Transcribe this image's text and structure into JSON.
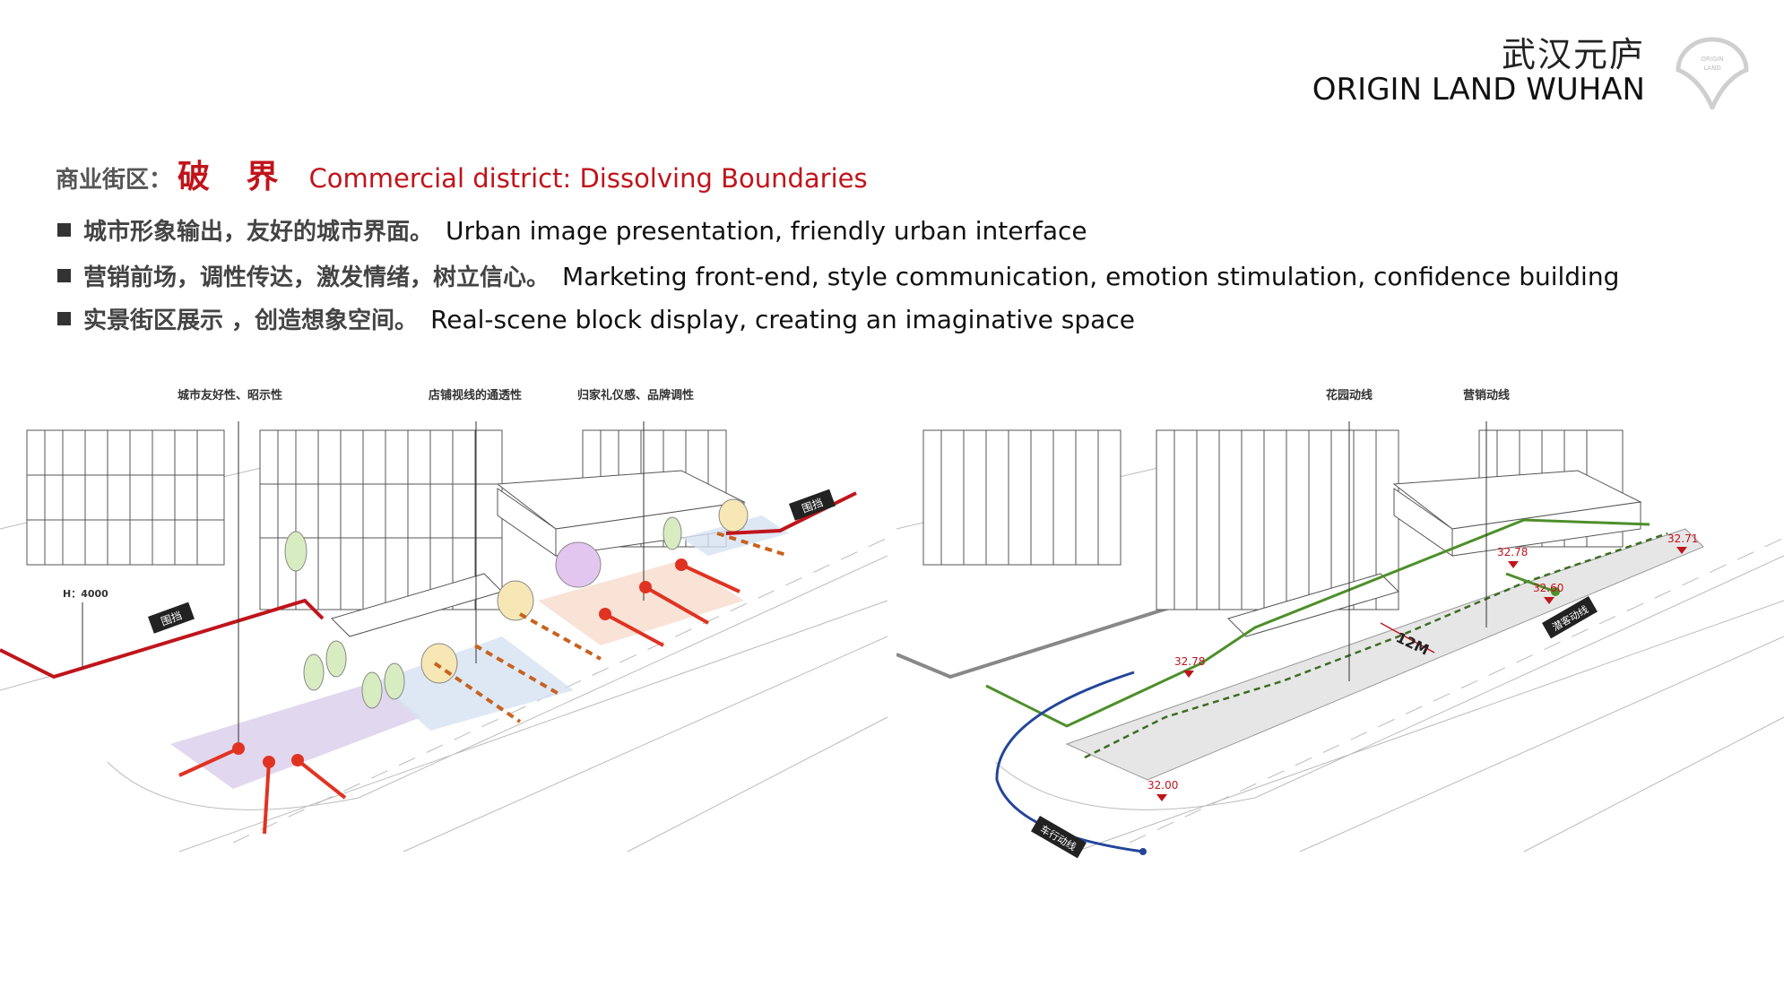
{
  "header": {
    "brand_cn": "武汉元庐",
    "brand_en": "ORIGIN LAND WUHAN",
    "logo_text": "ORIGIN LAND"
  },
  "title": {
    "label": "商业街区：",
    "emphasis": "破 界",
    "english": "Commercial district: Dissolving Boundaries"
  },
  "bullets": [
    {
      "cn": "城市形象输出，友好的城市界面。",
      "en": "Urban image presentation, friendly urban interface"
    },
    {
      "cn": "营销前场，调性传达，激发情绪，树立信心。",
      "en": "Marketing front-end, style communication, emotion stimulation, confidence building"
    },
    {
      "cn": "实景街区展示 ，创造想象空间。",
      "en": "Real-scene block display, creating an imaginative space"
    }
  ],
  "left_diagram": {
    "callouts": [
      "城市友好性、昭示性",
      "店铺视线的通透性",
      "归家礼仪感、品牌调性"
    ],
    "height_note": "H：4000",
    "fence_tag": "围挡"
  },
  "right_diagram": {
    "callouts": [
      "花园动线",
      "营销动线"
    ],
    "elevations": [
      "32.78",
      "32.71",
      "32.60",
      "32.78",
      "32.00"
    ],
    "width_note": "12M",
    "visitor_tag": "潜客动线",
    "vehicle_tag": "车行动线"
  },
  "colors": {
    "accent_red": "#c0141b",
    "path_green": "#4d8f2a",
    "vehicle_blue": "#23459a",
    "orange": "#c8621e"
  }
}
